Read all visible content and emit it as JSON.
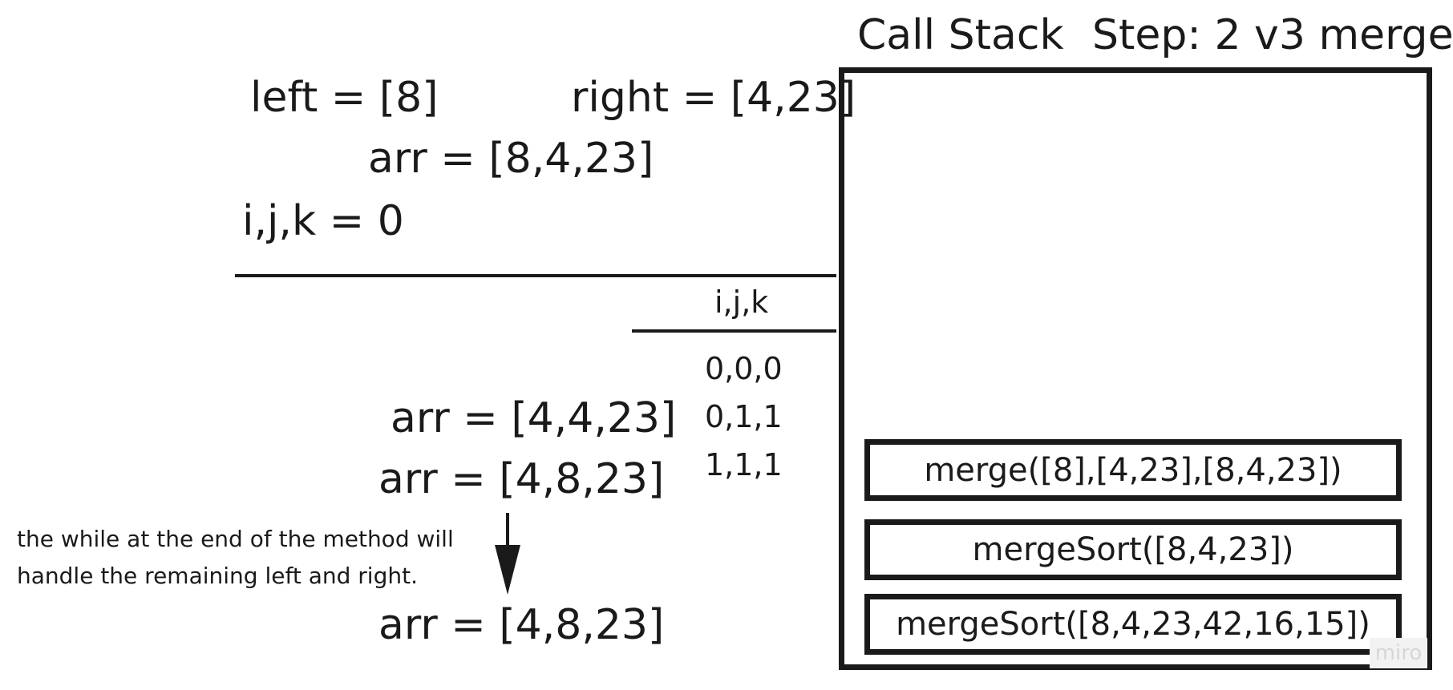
{
  "header": {
    "call_stack_title": "Call Stack",
    "step_label": "Step: 2 v3 merge"
  },
  "state": {
    "left": "left = [8]",
    "right": "right = [4,23]",
    "arr_initial": "arr = [8,4,23]",
    "indices_init": "i,j,k = 0"
  },
  "trace": {
    "column_header": "i,j,k",
    "rows": [
      "0,0,0",
      "0,1,1",
      "1,1,1"
    ],
    "arr_steps": [
      "arr = [4,4,23]",
      "arr = [4,8,23]"
    ]
  },
  "note": {
    "line1": "the while at the end of the method will",
    "line2": "handle the remaining left and right."
  },
  "result": {
    "arr_final": "arr = [4,8,23]"
  },
  "call_stack": {
    "frames": [
      "merge([8],[4,23],[8,4,23])",
      "mergeSort([8,4,23])",
      "mergeSort([8,4,23,42,16,15])"
    ]
  },
  "watermark": "miro"
}
